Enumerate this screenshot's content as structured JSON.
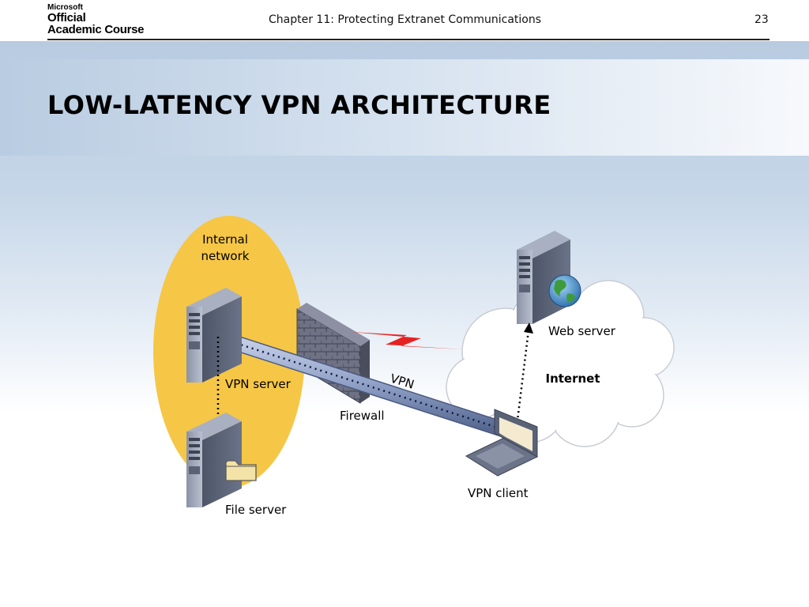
{
  "header": {
    "logo_line1": "Microsoft",
    "logo_line2": "Official",
    "logo_line3": "Academic Course",
    "chapter": "Chapter 11: Protecting Extranet Communications",
    "page_number": "23"
  },
  "slide": {
    "title": "LOW-LATENCY VPN ARCHITECTURE"
  },
  "diagram": {
    "internal_network_line1": "Internal",
    "internal_network_line2": "network",
    "vpn_server": "VPN server",
    "file_server": "File server",
    "firewall": "Firewall",
    "vpn_tunnel": "VPN",
    "web_server": "Web server",
    "internet": "Internet",
    "vpn_client": "VPN client"
  },
  "colors": {
    "internal_network_fill": "#f6c646",
    "lightning": "#e52222",
    "tunnel": "#8e9fc6"
  }
}
